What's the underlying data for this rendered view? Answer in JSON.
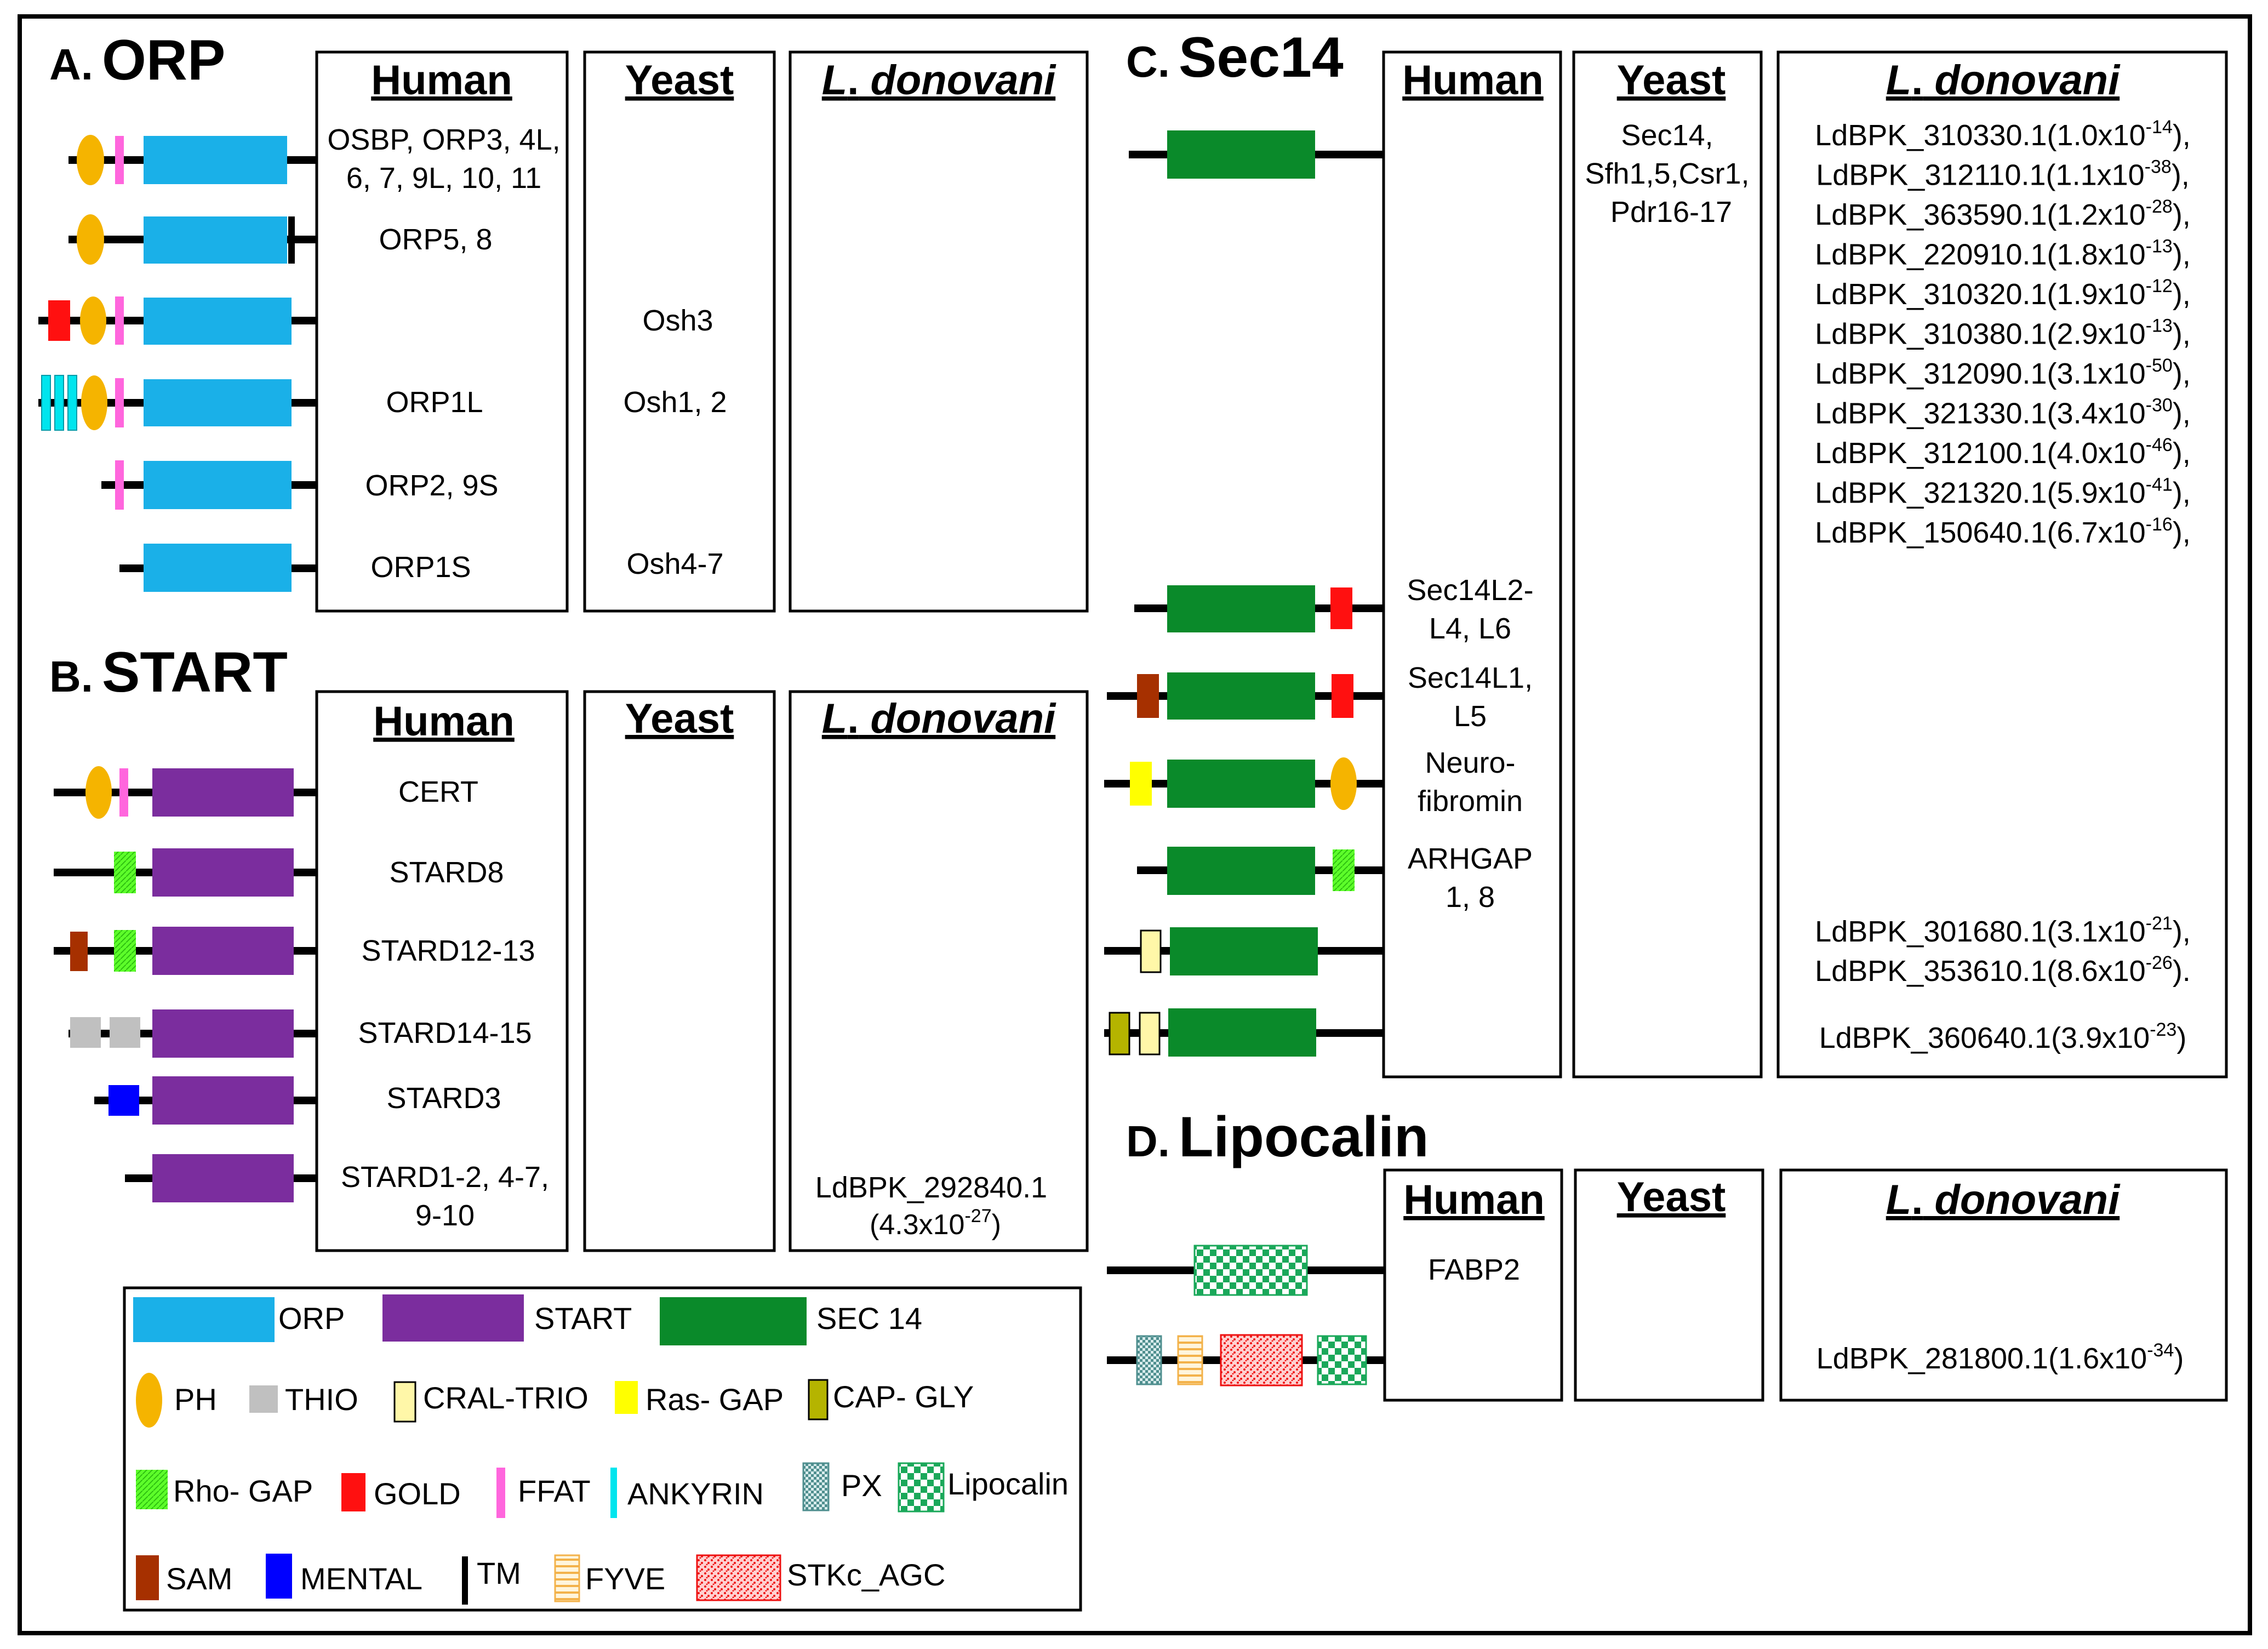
{
  "colors": {
    "orp": "#1ab0e8",
    "start": "#7b2d9e",
    "sec14": "#0a8a2a",
    "ph": "#f5b400",
    "thio": "#c0c0c0",
    "cral_trio": "#fff7a8",
    "ras_gap": "#ffff00",
    "cap_gly": "#b5b400",
    "rho_gap": "#5dff2a",
    "gold": "#ff1010",
    "ffat": "#ff66dd",
    "ankyrin": "#00e5ee",
    "sam": "#a63000",
    "mental": "#0000ff",
    "tm": "#000000",
    "fyve": "#ffd47a",
    "stkc": "#ff2020",
    "px": "#6fa8a8",
    "lipocalin": "#1aa85a"
  },
  "sections": {
    "A": {
      "letter": "A.",
      "name": "ORP"
    },
    "B": {
      "letter": "B.",
      "name": "START"
    },
    "C": {
      "letter": "C.",
      "name": "Sec14"
    },
    "D": {
      "letter": "D.",
      "name": "Lipocalin"
    }
  },
  "headers": {
    "human": "Human",
    "yeast": "Yeast",
    "ld_l": "L",
    "ld_dot": ".",
    "ld_rest": " donovani"
  },
  "orp": {
    "human": [
      [
        "OSBP, ORP3, 4L,",
        "6, 7, 9L, 10, 11"
      ],
      [
        "ORP5, 8"
      ],
      [
        ""
      ],
      [
        "ORP1L"
      ],
      [
        "ORP2, 9S"
      ],
      [
        "ORP1S"
      ]
    ],
    "yeast": [
      "",
      "",
      "Osh3",
      "Osh1, 2",
      "",
      "Osh4-7"
    ]
  },
  "start": {
    "human": [
      [
        "CERT"
      ],
      [
        "STARD8"
      ],
      [
        "STARD12-13"
      ],
      [
        "STARD14-15"
      ],
      [
        "STARD3"
      ],
      [
        "STARD1-2, 4-7,",
        "9-10"
      ]
    ],
    "ld": [
      "LdBPK_292840.1",
      "(4.3x10",
      "-27",
      ")"
    ]
  },
  "sec14": {
    "yeast": [
      "Sec14,",
      "Sfh1,5,Csr1,",
      "Pdr16-17"
    ],
    "ld_top": [
      [
        "LdBPK_310330.1(1.0x10",
        "-14",
        "),"
      ],
      [
        "LdBPK_312110.1(1.1x10",
        "-38",
        "),"
      ],
      [
        "LdBPK_363590.1(1.2x10",
        "-28",
        "),"
      ],
      [
        "LdBPK_220910.1(1.8x10",
        "-13",
        "),"
      ],
      [
        "LdBPK_310320.1(1.9x10",
        "-12",
        "),"
      ],
      [
        "LdBPK_310380.1(2.9x10",
        "-13",
        "),"
      ],
      [
        "LdBPK_312090.1(3.1x10",
        "-50",
        "),"
      ],
      [
        "LdBPK_321330.1(3.4x10",
        "-30",
        "),"
      ],
      [
        "LdBPK_312100.1(4.0x10",
        "-46",
        "),"
      ],
      [
        "LdBPK_321320.1(5.9x10",
        "-41",
        "),"
      ],
      [
        "LdBPK_150640.1(6.7x10",
        "-16",
        "),"
      ]
    ],
    "human": [
      [
        "Sec14L2-",
        "L4, L6"
      ],
      [
        "Sec14L1,",
        "L5"
      ],
      [
        "Neuro-",
        "fibromin"
      ],
      [
        "ARHGAP",
        "1, 8"
      ]
    ],
    "ld_bottom": [
      [
        "LdBPK_301680.1(3.1x10",
        "-21",
        "),"
      ],
      [
        "LdBPK_353610.1(8.6x10",
        "-26",
        ")."
      ],
      [
        "LdBPK_360640.1(3.9x10",
        "-23",
        ")"
      ]
    ]
  },
  "lipocalin": {
    "human": "FABP2",
    "ld": [
      "LdBPK_281800.1(1.6x10",
      "-34",
      ")"
    ]
  },
  "legend": [
    {
      "icon": "orp",
      "label": "ORP"
    },
    {
      "icon": "start",
      "label": "START"
    },
    {
      "icon": "sec14",
      "label": "SEC 14"
    },
    {
      "icon": "ph",
      "label": "PH"
    },
    {
      "icon": "thio",
      "label": "THIO"
    },
    {
      "icon": "cral_trio",
      "label": "CRAL-TRIO"
    },
    {
      "icon": "ras_gap",
      "label": "Ras- GAP"
    },
    {
      "icon": "cap_gly",
      "label": "CAP- GLY"
    },
    {
      "icon": "rho_gap",
      "label": "Rho- GAP"
    },
    {
      "icon": "gold",
      "label": "GOLD"
    },
    {
      "icon": "ffat",
      "label": "FFAT"
    },
    {
      "icon": "ankyrin",
      "label": "ANKYRIN"
    },
    {
      "icon": "px",
      "label": "PX"
    },
    {
      "icon": "lipocalin",
      "label": "Lipocalin"
    },
    {
      "icon": "sam",
      "label": "SAM"
    },
    {
      "icon": "mental",
      "label": "MENTAL"
    },
    {
      "icon": "tm",
      "label": "TM"
    },
    {
      "icon": "fyve",
      "label": "FYVE"
    },
    {
      "icon": "stkc",
      "label": "STKc_AGC"
    }
  ]
}
